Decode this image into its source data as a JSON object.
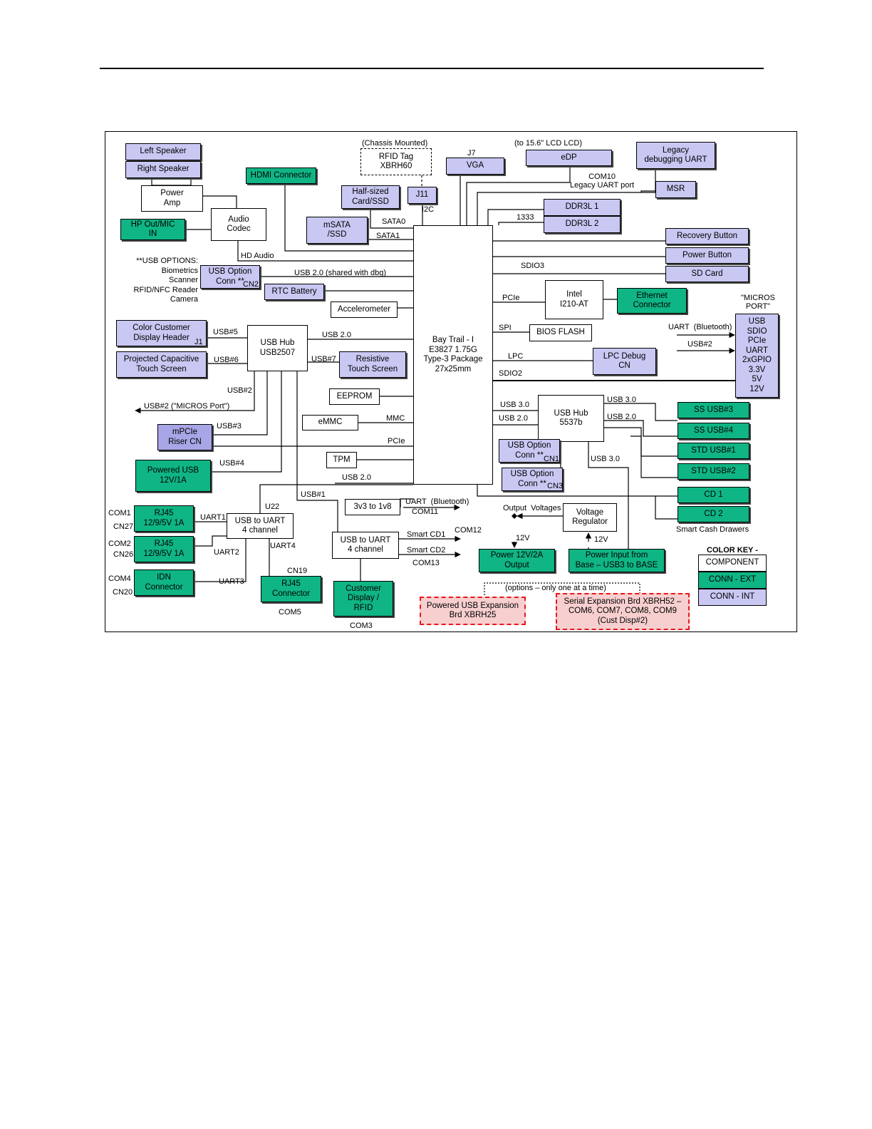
{
  "colors": {
    "component": "#ffffff",
    "conn_int": "#c9c8f3",
    "conn_ext": "#0fb584",
    "optional_fill": "#f8cfcf",
    "optional_border": "#e8161d"
  },
  "boxes": {
    "left_speaker": "Left Speaker",
    "right_speaker": "Right Speaker",
    "power_amp": "Power\nAmp",
    "audio_codec": "Audio\nCodec",
    "hp_out_mic": "HP Out/MIC\nIN",
    "hdmi": "HDMI Connector",
    "rfid_tag": "RFID Tag\nXBRH60",
    "half_sized": "Half-sized\nCard/SSD",
    "j11": "J11",
    "vga": "VGA",
    "edp": "eDP",
    "legacy_uart": "Legacy\ndebugging UART",
    "msr": "MSR",
    "msata": "mSATA\n/SSD",
    "ddr1": "DDR3L 1",
    "ddr2": "DDR3L 2",
    "recovery": "Recovery Button",
    "power_btn": "Power Button",
    "sd_card": "SD Card",
    "usb_opt_cn2": "USB Option\nConn **",
    "rtc": "RTC Battery",
    "accel": "Accelerometer",
    "intel": "Intel\nI210-AT",
    "ethernet": "Ethernet\nConnector",
    "micros": "USB\nSDIO\nPCIe\nUART\n2xGPIO\n3.3V\n5V\n12V",
    "color_cust": "Color Customer\nDisplay Header",
    "usb_hub_2507": "USB Hub\nUSB2507",
    "bios": "BIOS FLASH",
    "proj_cap": "Projected Capacitive\nTouch Screen",
    "resistive": "Resistive\nTouch Screen",
    "lpc_debug": "LPC Debug\nCN",
    "eeprom": "EEPROM",
    "usb_hub_5537b": "USB Hub\n5537b",
    "ss_usb3": "SS USB#3",
    "emmc": "eMMC",
    "ss_usb4": "SS USB#4",
    "mpcie": "mPCIe\nRiser CN",
    "usb_opt_cn1": "USB Option\nConn **",
    "std_usb1": "STD USB#1",
    "tpm": "TPM",
    "std_usb2": "STD USB#2",
    "powered_usb": "Powered USB\n12V/1A",
    "usb_opt_cn3": "USB Option\nConn **",
    "cd1": "CD 1",
    "v3v3": "3v3 to 1v8",
    "volt_reg": "Voltage\nRegulator",
    "cd2": "CD 2",
    "rj45_1": "RJ45\n12/9/5V 1A",
    "uart_u22": "USB to UART\n4 channel",
    "rj45_2": "RJ45\n12/9/5V 1A",
    "uart_2": "USB to UART\n4 channel",
    "power_out": "Power  12V/2A\nOutput",
    "power_in": "Power Input from\nBase – USB3 to BASE",
    "idn": "IDN\nConnector",
    "rj45_cn19": "RJ45\nConnector",
    "cust_disp": "Customer\nDisplay /\nRFID",
    "opt_usb_exp": "Powered USB Expansion\nBrd XBRH25",
    "opt_serial_exp": "Serial Expansion  Brd XBRH52 –\nCOM6, COM7, COM8, COM9\n(Cust Disp#2)",
    "soc": "Bay Trail - I\nE3827 1.75G\nType-3 Package\n27x25mm"
  },
  "color_key": {
    "title": "COLOR KEY -",
    "component": "COMPONENT",
    "conn_ext": "CONN - EXT",
    "conn_int": "CONN - INT"
  },
  "labels": {
    "chassis": "(Chassis Mounted)",
    "j7": "J7",
    "lcd": "(to 15.6\" LCD LCD)",
    "com10": "COM10\nLegacy UART port",
    "i2c": "I2C",
    "sata0": "SATA0",
    "sata1": "SATA1",
    "m1333": "1333",
    "hd_audio": "HD Audio",
    "usb_options": "**USB OPTIONS:\nBiometrics\nScanner\nRFID/NFC Reader\nCamera",
    "cn2": "CN2",
    "usb20_dbg": "USB 2.0 (shared with dbg)",
    "sdio3": "SDIO3",
    "pcie_intel": "PCIe",
    "micros_port": "\"MICROS\nPORT\"",
    "usb5": "USB#5",
    "j1": "J1",
    "usb20_hub": "USB 2.0",
    "spi": "SPI",
    "uart_bt_right": "UART  (Bluetooth)",
    "usb2_right": "USB#2",
    "usb6": "USB#6",
    "usb7": "USB#7",
    "lpc": "LPC",
    "sdio2": "SDIO2",
    "usb2_hub": "USB#2",
    "usb2_micros": "USB#2 (\"MICROS Port\")",
    "usb30_soc": "USB 3.0",
    "usb30_hub_out": "USB 3.0",
    "mmc": "MMC",
    "usb20_soc": "USB 2.0",
    "usb20_hub_out": "USB 2.0",
    "usb3_lbl": "USB#3",
    "pcie_mpcie": "PCIe",
    "cn1": "CN1",
    "usb30_down": "USB 3.0",
    "usb4": "USB#4",
    "usb20_bottom": "USB 2.0",
    "cn3": "CN3",
    "usb1": "USB#1",
    "uart_bt": "UART  (Bluetooth)",
    "com11": "COM11",
    "output_voltages": "Output  Voltages",
    "u22": "U22",
    "com1": "COM1",
    "cn27": "CN27",
    "uart1": "UART1",
    "smart_cd1": "Smart CD1",
    "com12": "COM12",
    "v12_out": "12V",
    "v12_reg": "12V",
    "smart_cash": "Smart Cash Drawers",
    "com2": "COM2",
    "cn26": "CN26",
    "uart2": "UART2",
    "uart4": "UART4",
    "smart_cd2": "Smart CD2",
    "com13": "COM13",
    "com4": "COM4",
    "cn20": "CN20",
    "uart3": "UART3",
    "cn19": "CN19",
    "options": "(options – only one at a time)",
    "com5": "COM5",
    "com3": "COM3"
  }
}
